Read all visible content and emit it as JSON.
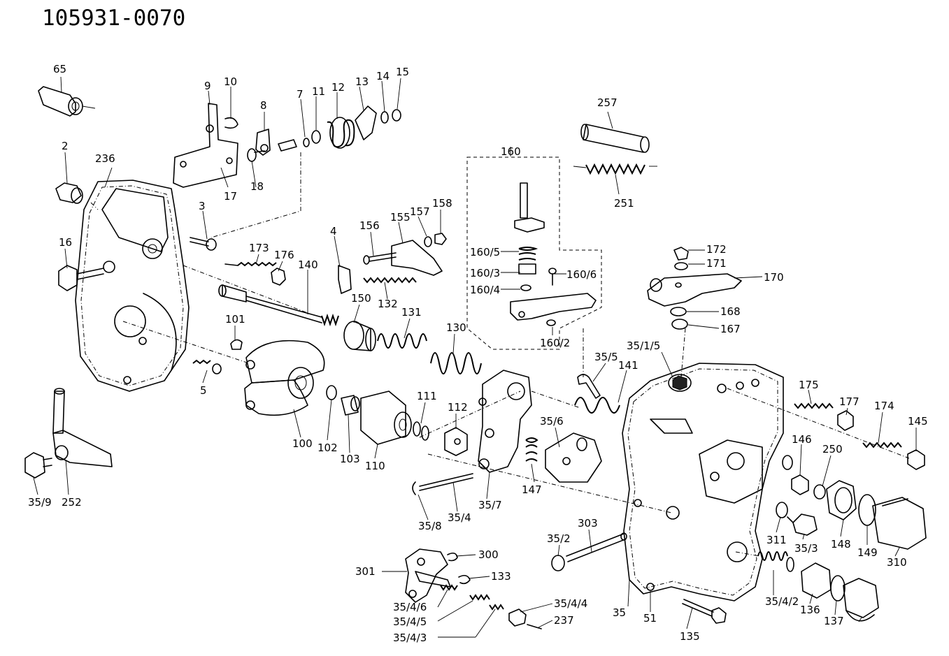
{
  "title": "105931-0070",
  "labels": [
    "65",
    "9",
    "10",
    "8",
    "7",
    "11",
    "12",
    "13",
    "14",
    "15",
    "2",
    "236",
    "3",
    "16",
    "17",
    "18",
    "257",
    "160",
    "251",
    "173",
    "176",
    "140",
    "4",
    "156",
    "155",
    "157",
    "158",
    "160/5",
    "160/3",
    "160/6",
    "160/4",
    "172",
    "171",
    "170",
    "101",
    "150",
    "132",
    "131",
    "130",
    "160/2",
    "168",
    "167",
    "35/1/5",
    "35/5",
    "141",
    "175",
    "177",
    "174",
    "5",
    "100",
    "102",
    "103",
    "110",
    "111",
    "112",
    "35/6",
    "145",
    "146",
    "250",
    "252",
    "35/9",
    "35/8",
    "35/4",
    "35/7",
    "147",
    "148",
    "149",
    "310",
    "311",
    "35/3",
    "35/2",
    "303",
    "300",
    "301",
    "133",
    "35/4/2",
    "35/4/6",
    "35/4/5",
    "35/4/3",
    "35/4/4",
    "237",
    "35",
    "51",
    "135",
    "136",
    "137"
  ]
}
